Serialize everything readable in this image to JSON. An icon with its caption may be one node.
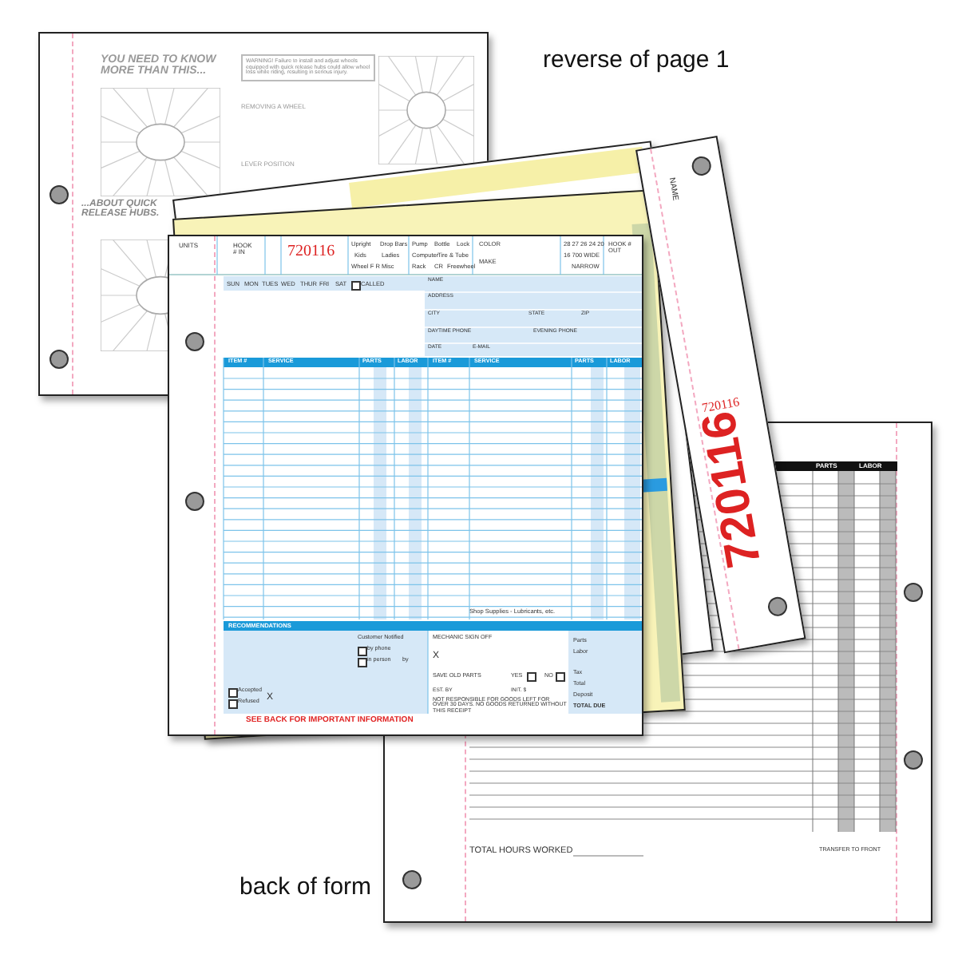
{
  "diagram": {
    "labels": [
      "YOU NEED TO KNOW MORE THAN THIS...",
      "WARNING! Failure to install and adjust wheels equipped with quick release hubs could allow wheel loss while riding, resulting in serious injury.",
      "REMOVING A WHEEL",
      "LEVER POSITION",
      "...ABOUT QUICK RELEASE HUBS.",
      "reverse of page 1",
      "NAME",
      "720116",
      "720116",
      "UNITS",
      "HOOK # IN",
      "720116",
      "Upright",
      "Drop Bars",
      "Kids",
      "Ladies",
      "Wheel F R Misc",
      "Pump",
      "Bottle",
      "Lock",
      "Computer",
      "Tire & Tube",
      "Rack",
      "CR",
      "Freewheel",
      "COLOR",
      "MAKE",
      "28 27 26 24 20",
      "16 700 WIDE",
      "NARROW",
      "HOOK # OUT",
      "SUN",
      "MON",
      "TUES",
      "WED",
      "THUR",
      "FRI",
      "SAT",
      "CALLED",
      "NAME",
      "ADDRESS",
      "CITY",
      "STATE",
      "ZIP",
      "DAYTIME PHONE",
      "EVENING PHONE",
      "DATE",
      "E-MAIL",
      "ITEM #",
      "SERVICE",
      "PARTS",
      "LABOR",
      "ITEM #",
      "SERVICE",
      "PARTS",
      "LABOR",
      "Shop Supplies - Lubricants, etc.",
      "RECOMMENDATIONS",
      "Customer Notified",
      "by phone",
      "in person",
      "by",
      "Accepted",
      "Refused",
      "X",
      "MECHANIC SIGN OFF",
      "X",
      "SAVE OLD PARTS",
      "YES",
      "NO",
      "EST. BY",
      "INIT. $",
      "NOT RESPONSIBLE FOR GOODS LEFT FOR OVER 30 DAYS. NO GOODS RETURNED WITHOUT THIS RECEIPT",
      "Parts",
      "Labor",
      "Tax",
      "Total",
      "Deposit",
      "TOTAL DUE",
      "SEE BACK FOR IMPORTANT INFORMATION",
      "PARTS",
      "LABOR",
      "TOTAL HOURS WORKED",
      "TRANSFER TO FRONT",
      "back of form"
    ]
  }
}
